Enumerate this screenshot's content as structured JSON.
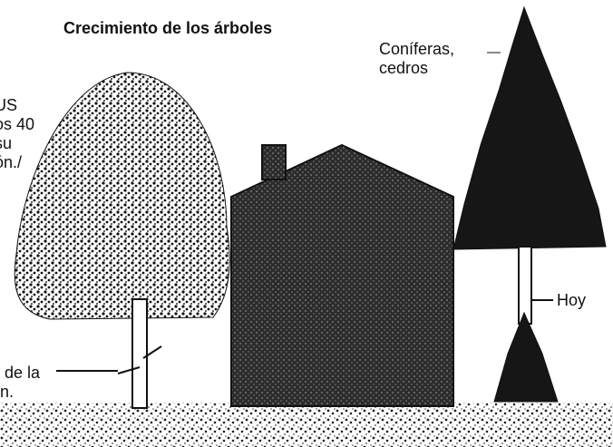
{
  "title": "Crecimiento de los árboles",
  "left_label": {
    "lines": [
      "US",
      "os 40",
      "su",
      "ón./"
    ]
  },
  "conifer_label": {
    "lines": [
      "Coníferas,",
      "cedros"
    ]
  },
  "today_label": "Hoy",
  "bottom_label": {
    "lines": [
      "o de la",
      "on."
    ]
  },
  "colors": {
    "ink": "#111111",
    "house": "#3a3a3a",
    "background": "#ffffff"
  }
}
